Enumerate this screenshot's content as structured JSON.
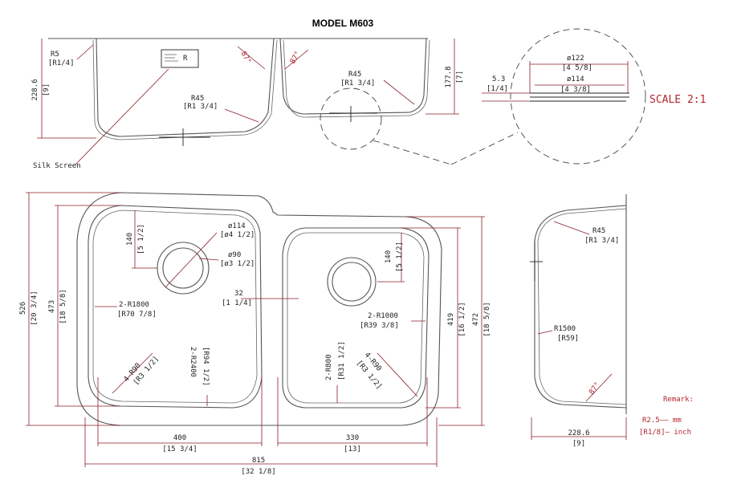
{
  "title": "MODEL M603",
  "silk_screen": "Silk Screen",
  "scale": "SCALE 2:1",
  "remark": {
    "title": "Remark:",
    "line1": "R2.5—— mm",
    "line2": "[R1/8]— inch"
  },
  "top_view": {
    "r5": "R5",
    "r5_in": "[R1/4]",
    "height": "228.6",
    "height_in": "[9]",
    "angle_left": "87°",
    "angle_right": "87°",
    "r45_left": "R45",
    "r45_left_in": "[R1 3/4]",
    "r45_right": "R45",
    "r45_right_in": "[R1 3/4]",
    "right_height": "177.8",
    "right_height_in": "[7]"
  },
  "detail": {
    "d122": "ø122",
    "d122_in": "[4 5/8]",
    "d114": "ø114",
    "d114_in": "[4 3/8]",
    "t": "5.3",
    "t_in": "[1/4]"
  },
  "plan_view": {
    "overall_h": "526",
    "overall_h_in": "[20 3/4]",
    "left_h": "473",
    "left_h_in": "[18 5/8]",
    "drain_off_left": "140",
    "drain_off_left_in": "[5 1/2]",
    "d114": "ø114",
    "d114_in": "[ø4 1/2]",
    "d90": "ø90",
    "d90_in": "[ø3 1/2]",
    "gap": "32",
    "gap_in": "[1 1/4]",
    "drain_off_right": "140",
    "drain_off_right_in": "[5 1/2]",
    "r1800": "2-R1800",
    "r1800_in": "[R70 7/8]",
    "r1000": "2-R1000",
    "r1000_in": "[R39 3/8]",
    "r90_left": "4-R90",
    "r90_left_in": "[R3 1/2]",
    "r2400": "2-R2400",
    "r2400_in": "[R94 1/2]",
    "r800": "2-R800",
    "r800_in": "[R31 1/2]",
    "r90_right": "4-R90",
    "r90_right_in": "[R3 1/2]",
    "right_h": "419",
    "right_h_in": "[16 1/2]",
    "right_outer_h": "472",
    "right_outer_h_in": "[18 5/8]",
    "w_left": "400",
    "w_left_in": "[15 3/4]",
    "w_right": "330",
    "w_right_in": "[13]",
    "w_total": "815",
    "w_total_in": "[32 1/8]"
  },
  "side_view": {
    "r45": "R45",
    "r45_in": "[R1 3/4]",
    "r1500": "R1500",
    "r1500_in": "[R59]",
    "angle": "87°",
    "depth": "228.6",
    "depth_in": "[9]"
  }
}
